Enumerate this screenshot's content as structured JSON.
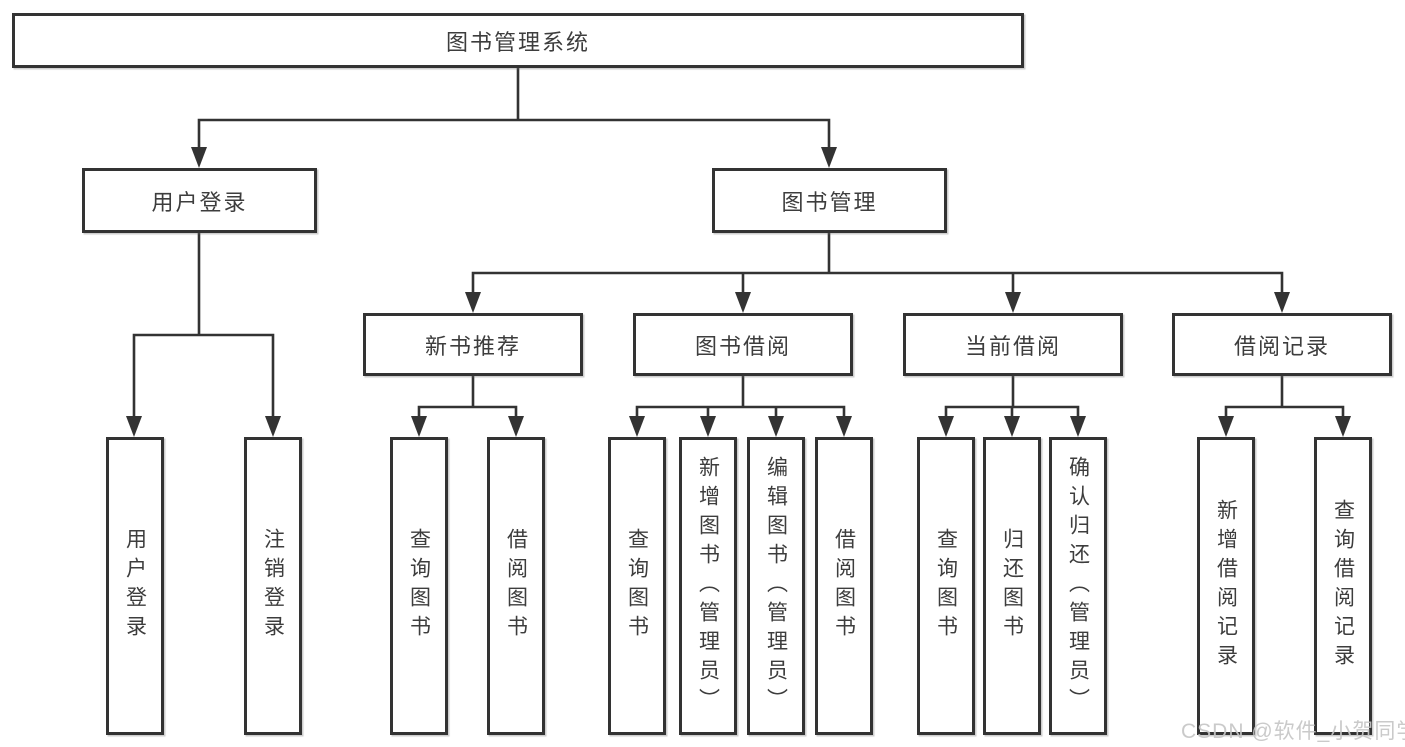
{
  "diagram": {
    "root": {
      "label": "图书管理系统"
    },
    "branches": [
      {
        "label": "用户登录",
        "children": [
          {
            "label": "用户登录"
          },
          {
            "label": "注销登录"
          }
        ]
      },
      {
        "label": "图书管理",
        "children": [
          {
            "label": "新书推荐",
            "children": [
              {
                "label": "查询图书"
              },
              {
                "label": "借阅图书"
              }
            ]
          },
          {
            "label": "图书借阅",
            "children": [
              {
                "label": "查询图书"
              },
              {
                "label": "新增图书（管理员）"
              },
              {
                "label": "编辑图书（管理员）"
              },
              {
                "label": "借阅图书"
              }
            ]
          },
          {
            "label": "当前借阅",
            "children": [
              {
                "label": "查询图书"
              },
              {
                "label": "归还图书"
              },
              {
                "label": "确认归还（管理员）"
              }
            ]
          },
          {
            "label": "借阅记录",
            "children": [
              {
                "label": "新增借阅记录"
              },
              {
                "label": "查询借阅记录"
              }
            ]
          }
        ]
      }
    ]
  },
  "watermark": {
    "text": "CSDN @软件_小贺同学"
  },
  "colors": {
    "line": "#333333",
    "box_border": "#333333",
    "text": "#3d3d3d",
    "watermark": "#c5c5c5",
    "background": "#ffffff"
  }
}
